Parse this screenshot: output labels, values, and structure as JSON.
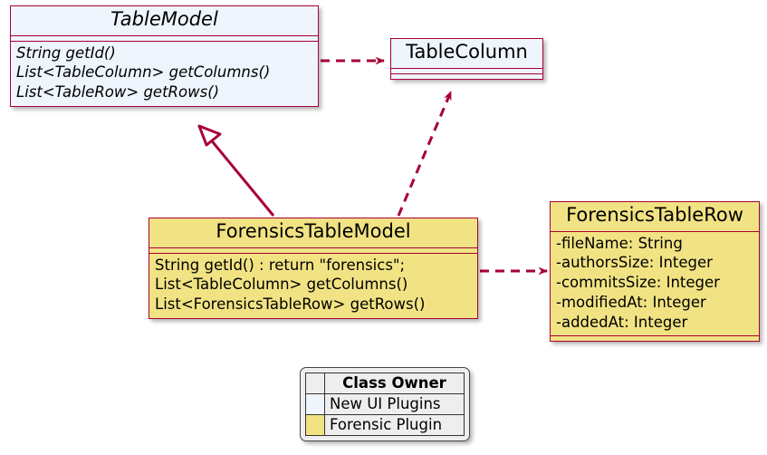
{
  "diagram": {
    "type": "uml-class-diagram",
    "colors": {
      "border": "#A80036",
      "edge": "#A80036",
      "fill_blue": "#EEF5FD",
      "fill_yellow": "#F1E384",
      "legend_background": "#EEEEEE",
      "legend_border": "#333333",
      "text": "#000000"
    }
  },
  "classes": {
    "table_model": {
      "name": "TableModel",
      "abstract": true,
      "fill": "#EEF5FD",
      "attributes": [],
      "methods": [
        "String getId()",
        "List<TableColumn> getColumns()",
        "List<TableRow> getRows()"
      ]
    },
    "table_column": {
      "name": "TableColumn",
      "abstract": false,
      "fill": "#EEF5FD",
      "attributes": [],
      "methods": []
    },
    "forensics_table_model": {
      "name": "ForensicsTableModel",
      "abstract": false,
      "fill": "#F1E384",
      "attributes": [],
      "methods": [
        "String getId() : return \"forensics\";",
        "List<TableColumn> getColumns()",
        "List<ForensicsTableRow> getRows()"
      ]
    },
    "forensics_table_row": {
      "name": "ForensicsTableRow",
      "abstract": false,
      "fill": "#F1E384",
      "attributes": [
        "-fileName: String",
        "-authorsSize: Integer",
        "-commitsSize: Integer",
        "-modifiedAt: Integer",
        "-addedAt: Integer"
      ],
      "methods": []
    }
  },
  "relationships": [
    {
      "id": "tablemodel-uses-tablecolumn",
      "from": "TableModel",
      "to": "TableColumn",
      "kind": "dependency",
      "line": "dashed",
      "arrow": "open-filled"
    },
    {
      "id": "forensicstablemodel-realizes-tablemodel",
      "from": "ForensicsTableModel",
      "to": "TableModel",
      "kind": "generalization",
      "line": "solid",
      "arrow": "hollow-triangle"
    },
    {
      "id": "forensicstablemodel-uses-tablecolumn",
      "from": "ForensicsTableModel",
      "to": "TableColumn",
      "kind": "dependency",
      "line": "dashed",
      "arrow": "open-filled"
    },
    {
      "id": "forensicstablemodel-uses-forensicstablerow",
      "from": "ForensicsTableModel",
      "to": "ForensicsTableRow",
      "kind": "dependency",
      "line": "dashed",
      "arrow": "open-filled"
    }
  ],
  "legend": {
    "title": "Class Owner",
    "rows": [
      {
        "label": "New UI Plugins",
        "color": "#EEF5FD"
      },
      {
        "label": "Forensic Plugin",
        "color": "#F1E384"
      }
    ]
  }
}
